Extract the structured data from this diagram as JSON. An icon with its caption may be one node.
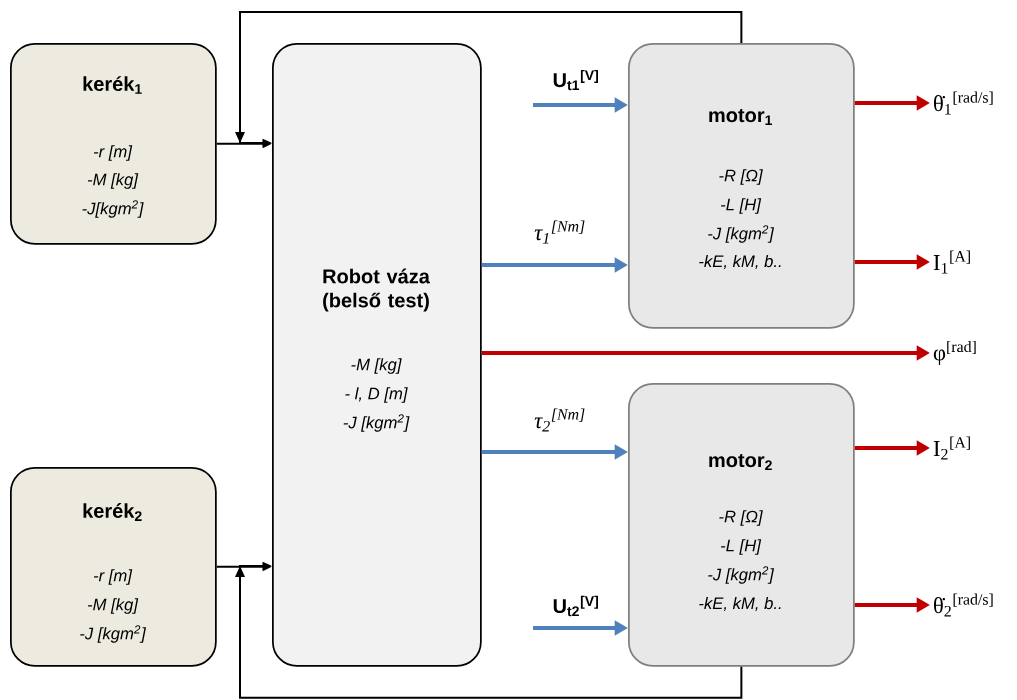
{
  "diagram": {
    "nodes": [
      {
        "text": [
          "kerék$_{1}$",
          "-r [m]",
          "-M [kg]",
          "-J[kgm$^{2}$]"
        ]
      },
      {
        "text": [
          "Robot váza (belső test)",
          "-M [kg]",
          "- l, D [m]",
          "-J [kgm$^{2}$]"
        ]
      },
      {
        "text": [
          "motor$_{1}$",
          "-R [Ω]",
          "-L [H]",
          "-J [kgm$^{2}$]",
          "-kE, kM, b.."
        ]
      },
      {
        "text": [
          "kerék$_{2}$",
          "-r [m]",
          "-M [kg]",
          "-J [kgm$^{2}$]"
        ]
      },
      {
        "text": [
          "motor$_{2}$",
          "-R [Ω]",
          "-L [H]",
          "-J [kgm$^{2}$]",
          "-kE, kM, b.."
        ]
      },
      {
        "text": [
          "θ̇$_{1}$$^{[rad/s]}$"
        ]
      },
      {
        "text": [
          "I$_{1}$$^{[A]}$"
        ]
      },
      {
        "text": [
          "φ$^{[rad]}$"
        ]
      },
      {
        "text": [
          "I$_{2}$$^{[A]}$"
        ]
      },
      {
        "text": [
          "θ̇$_{2}$$^{[rad/s]}$"
        ]
      }
    ],
    "edges": [
      {
        "from": 0,
        "to": 1,
        "arrow": "to",
        "color": "#000000"
      },
      {
        "from": 2,
        "to": 1,
        "arrow": "to",
        "color": "#000000"
      },
      {
        "from": null,
        "to": 2,
        "arrow": "to",
        "label": "U$_{t1}$$^{[V]}$",
        "color": "#4f81bd"
      },
      {
        "from": 1,
        "to": 2,
        "arrow": "to",
        "label": "τ$_{1}$$^{[Nm]}$",
        "color": "#4f81bd"
      },
      {
        "from": 2,
        "to": 5,
        "arrow": "to"
      },
      {
        "from": 2,
        "to": 6,
        "arrow": "to"
      },
      {
        "from": 1,
        "to": 7,
        "arrow": "to"
      },
      {
        "from": 1,
        "to": 4,
        "arrow": "to",
        "label": "τ$_{2}$$^{[Nm]}$",
        "color": "#4f81bd"
      },
      {
        "from": null,
        "to": 4,
        "arrow": "to",
        "label": "U$_{t2}$$^{[V]}$",
        "color": "#4f81bd"
      },
      {
        "from": 4,
        "to": 8,
        "arrow": "to"
      },
      {
        "from": 4,
        "to": 9,
        "arrow": "to"
      },
      {
        "from": 3,
        "to": 1,
        "arrow": "to",
        "color": "#000000"
      },
      {
        "from": 4,
        "to": 1,
        "arrow": "to",
        "color": "#000000"
      }
    ]
  }
}
